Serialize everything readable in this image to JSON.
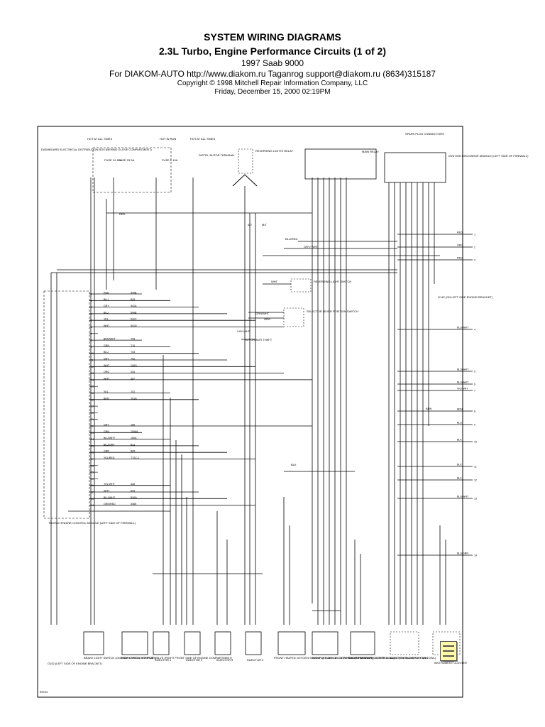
{
  "header": {
    "title": "SYSTEM WIRING DIAGRAMS",
    "subtitle": "2.3L Turbo, Engine Performance Circuits (1 of 2)",
    "vehicle": "1997 Saab 9000",
    "provider": "For DIAKOM-AUTO http://www.diakom.ru Taganrog support@diakom.ru (8634)315187",
    "copyright": "Copyright © 1998 Mitchell Repair Information Company, LLC",
    "date": "Friday, December 15, 2000  02:19PM"
  },
  "labels": {
    "hot_at_all_times_1": "HOT AT ALL TIMES",
    "hot_in_run": "HOT IN RUN",
    "hot_at_all_times_2": "HOT AT ALL TIMES",
    "dist_box": "DASHBOARD ELECTRICAL DISTRIBUTION BOX (BEHIND GLOVE COMPARTMENT)",
    "fuse_24": "FUSE 24 15A",
    "fuse_23": "FUSE 23 5A",
    "fuse_1": "FUSE 1 10A",
    "distributor": "DISTRI- BUTOR TERMINAL",
    "reversing_relay": "REVERSING LIGHTS RELAY",
    "main_relay": "MAIN RELAY",
    "spark_plug": "SPARK PLUG CONNECTORS",
    "ignition_module": "IGNITION DISCHARGE MODULE (LEFT SIDE OF FIREWALL)",
    "reversing_switch": "REVERSING LIGHT SWITCH",
    "selector_switch": "SELECTOR LEVER POSITION SWITCH",
    "anti_theft": "A/T OR ANTI THEFT",
    "g142": "G142 (ON LEFT SIDE ENGINE BRACKET)",
    "tcm": "TRIONIC ENGINE CONTROL MODULE (LEFT SIDE OF FIREWALL)",
    "g152": "G152 (LEFT SIDE OF ENGINE BRACKET)",
    "brake_switch": "BRAKE LIGHT SWITCH (ON BRAKE PEDAL SUPPORT)",
    "evap_valve": "EVAP CANISTER PURGE VALVE (RIGHT FRONT SIDE OF ENGINE COMPARTMENT)",
    "injector_1": "INJECTOR 1",
    "injector_2": "INJECTOR 2",
    "injector_3": "INJECTOR 3",
    "injector_4": "INJECTOR 4",
    "o2_sensor": "FRONT HEATED OXYGEN SENSOR (FRONT OF CATALYTIC CONVERTER)",
    "map_sensor": "MANIFOLD ABSOLUTE PRESSURE SENSOR (ON FIRE WALL)",
    "boost_valve": "BOOST PRESSURE CONTROL VALVE (ON RADIATOR FAN COWL)",
    "display_unit": "ELECTRONIC DISPLAY UNIT",
    "instr_cluster": "INSTRUMENT CLUSTER",
    "figure_id": "95704"
  },
  "tcm_pins": [
    {
      "n": "1",
      "color": "RED",
      "circuit": "540B"
    },
    {
      "n": "2",
      "color": "BLU",
      "circuit": "B25"
    },
    {
      "n": "3",
      "color": "GRY",
      "circuit": "541A"
    },
    {
      "n": "4",
      "color": "BLU",
      "circuit": "540B"
    },
    {
      "n": "5",
      "color": "YEL",
      "circuit": "541C"
    },
    {
      "n": "6",
      "color": "WHT",
      "circuit": "541D"
    },
    {
      "n": "7",
      "color": "",
      "circuit": ""
    },
    {
      "n": "8",
      "color": "BRN/WHT",
      "circuit": "T09"
    },
    {
      "n": "9",
      "color": "GRN",
      "circuit": "T10"
    },
    {
      "n": "10",
      "color": "BLU",
      "circuit": "T03"
    },
    {
      "n": "11",
      "color": "GRY",
      "circuit": "T02"
    },
    {
      "n": "12",
      "color": "WHT",
      "circuit": "104G"
    },
    {
      "n": "13",
      "color": "ORG",
      "circuit": "334"
    },
    {
      "n": "14",
      "color": "WHT",
      "circuit": "357"
    },
    {
      "n": "15",
      "color": "",
      "circuit": ""
    },
    {
      "n": "16",
      "color": "YEL",
      "circuit": "T07"
    },
    {
      "n": "18",
      "color": "BRN",
      "circuit": "T01A"
    },
    {
      "n": "19",
      "color": "",
      "circuit": ""
    },
    {
      "n": "20",
      "color": "",
      "circuit": ""
    },
    {
      "n": "21",
      "color": "",
      "circuit": ""
    },
    {
      "n": "22",
      "color": "GRY",
      "circuit": "155"
    },
    {
      "n": "23",
      "color": "GRN",
      "circuit": "1096A"
    },
    {
      "n": "24",
      "color": "BLU/WHT",
      "circuit": "150A"
    },
    {
      "n": "25",
      "color": "BLU/GRY",
      "circuit": "B11"
    },
    {
      "n": "26",
      "color": "GRN",
      "circuit": "B25"
    },
    {
      "n": "27",
      "color": "YEL/RED",
      "circuit": "T72C-1"
    },
    {
      "n": "28",
      "color": "",
      "circuit": ""
    },
    {
      "n": "29",
      "color": "",
      "circuit": ""
    },
    {
      "n": "30",
      "color": "",
      "circuit": ""
    },
    {
      "n": "31",
      "color": "YEL/WHT",
      "circuit": "548"
    },
    {
      "n": "32",
      "color": "WHT",
      "circuit": "543"
    },
    {
      "n": "33",
      "color": "BLU/WHT",
      "circuit": "B36A"
    },
    {
      "n": "34",
      "color": "GRN/RED",
      "circuit": "546E"
    }
  ],
  "right_exits": [
    {
      "n": "1",
      "color": "RED"
    },
    {
      "n": "2",
      "color": "ORG"
    },
    {
      "n": "3",
      "color": "RED"
    },
    {
      "n": "4",
      "color": "BLU/WHT"
    },
    {
      "n": "5",
      "color": "BLU/WHT"
    },
    {
      "n": "6",
      "color": "BLU/WHT"
    },
    {
      "n": "7",
      "color": "VIO/WHT"
    },
    {
      "n": "8",
      "color": "BRN"
    },
    {
      "n": "9",
      "color": "BLU"
    },
    {
      "n": "10",
      "color": "BLK"
    },
    {
      "n": "11",
      "color": "BLK"
    },
    {
      "n": "12",
      "color": "BLK"
    },
    {
      "n": "13",
      "color": "BLU/WHT"
    },
    {
      "n": "14",
      "color": "BLU/GRN"
    }
  ],
  "wire_labels": {
    "red": "RED",
    "blu_red": "BLU/RED",
    "gry_wht": "GRY/ WHT",
    "grn_wht": "GRN/WHT",
    "org": "ORG",
    "vio_wht": "VIO/ WHT",
    "wht": "WHT",
    "blk": "BLK",
    "brn": "BRN",
    "grn": "GRN",
    "gry": "GRY",
    "yel": "YEL",
    "at": "A/T",
    "mt": "M/T"
  }
}
